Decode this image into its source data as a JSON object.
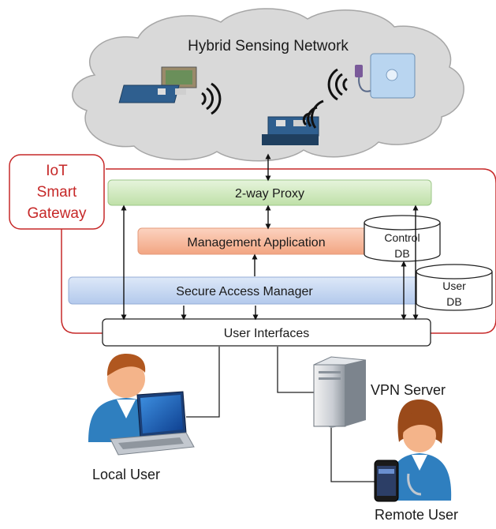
{
  "cloud": {
    "label": "Hybrid Sensing Network"
  },
  "gateway": {
    "label_lines": [
      "IoT",
      "Smart",
      "Gateway"
    ]
  },
  "layers": {
    "proxy": "2-way Proxy",
    "management": "Management Application",
    "access": "Secure Access Manager",
    "ui": "User Interfaces"
  },
  "databases": {
    "control": [
      "Control",
      "DB"
    ],
    "user": [
      "User",
      "DB"
    ]
  },
  "nodes": {
    "vpn": "VPN Server",
    "local_user": "Local User",
    "remote_user": "Remote User"
  },
  "colors": {
    "gateway_border": "#c62828",
    "proxy_fill": "#cfe9bf",
    "management_fill": "#f6b89c",
    "access_fill": "#c6d8f2",
    "cloud_fill": "#d9d9d9"
  }
}
